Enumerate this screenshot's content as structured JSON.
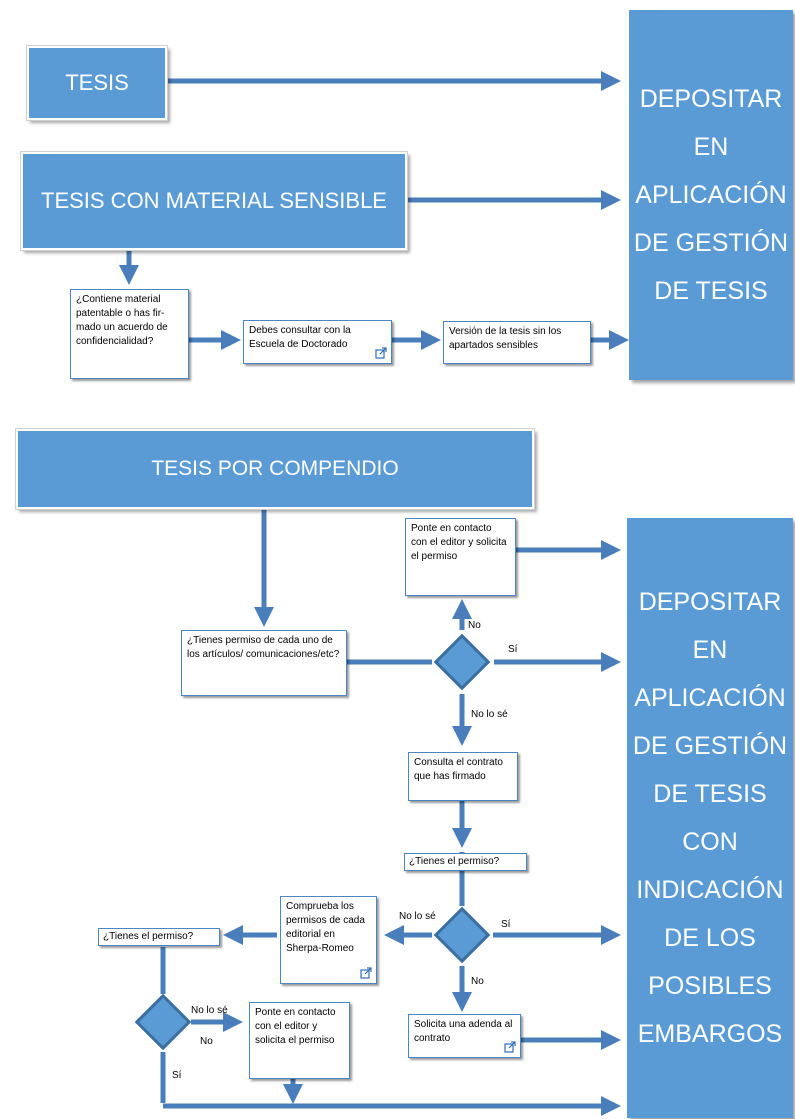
{
  "top": {
    "tesis": "TESIS",
    "tesis_material": "TESIS CON MATERIAL SENSIBLE",
    "deposit_lines": [
      "DEPOSITAR",
      "EN",
      "APLICACIÓN",
      "DE GESTIÓN",
      "DE TESIS"
    ],
    "q_patent": "¿Contiene material patentable o has fir-mado un acuerdo de confidencialidad?",
    "consult_school": "Debes consultar con la Escuela de Doctorado",
    "version_sin": "Versión de la tesis sin los apartados sensibles"
  },
  "bottom": {
    "compendio": "TESIS POR COMPENDIO",
    "deposit_lines": [
      "DEPOSITAR",
      "EN",
      "APLICACIÓN",
      "DE GESTIÓN",
      "DE TESIS",
      "CON",
      "INDICACIÓN",
      "DE LOS",
      "POSIBLES",
      "EMBARGOS"
    ],
    "contact_editor_1": "Ponte en contacto con el editor y solicita el permiso",
    "q_permiso_articulos": "¿Tienes permiso de cada uno de los artículos/ comunicaciones/etc?",
    "label_no_1": "No",
    "label_si_1": "Sí",
    "label_nolose_1": "No lo sé",
    "consulta_contrato": "Consulta el contrato que has firmado",
    "q_tienes_permiso_1": "¿Tienes el permiso?",
    "label_nolose_2": "No lo sé",
    "label_si_2": "Sí",
    "label_no_2": "No",
    "comprueba_sherpa": "Comprueba los permisos de cada editorial en Sherpa-Romeo",
    "q_tienes_permiso_2": "¿Tienes el permiso?",
    "adenda": "Solicita una adenda al contrato",
    "label_nolose_3": "No lo sé",
    "label_no_3": "No",
    "label_si_3": "Sí",
    "contact_editor_2": "Ponte en contacto con el editor y solicita el permiso"
  },
  "colors": {
    "box_fill": "#5b9bd5",
    "arrow": "#4a7ebb",
    "small_border": "#4a86c5"
  },
  "icons": [
    "external-link-icon"
  ]
}
